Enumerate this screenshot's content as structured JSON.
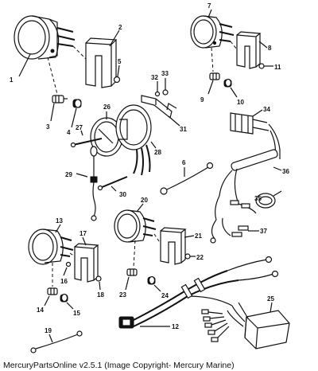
{
  "callouts": {
    "c1": "1",
    "c2": "2",
    "c3": "3",
    "c4": "4",
    "c5": "5",
    "c6": "6",
    "c7": "7",
    "c8": "8",
    "c9": "9",
    "c10": "10",
    "c11": "11",
    "c12": "12",
    "c13": "13",
    "c14": "14",
    "c15": "15",
    "c16": "16",
    "c17": "17",
    "c18": "18",
    "c19": "19",
    "c20": "20",
    "c21": "21",
    "c22": "22",
    "c23": "23",
    "c24": "24",
    "c25": "25",
    "c26": "26",
    "c27": "27",
    "c28": "28",
    "c29": "29",
    "c30": "30",
    "c31": "31",
    "c32": "32",
    "c33": "33",
    "c34": "34",
    "c35": "35",
    "c36": "36",
    "c37": "37"
  },
  "footer": {
    "copyright": "MercuryPartsOnline v2.5.1 (Image Copyright- Mercury Marine)"
  }
}
